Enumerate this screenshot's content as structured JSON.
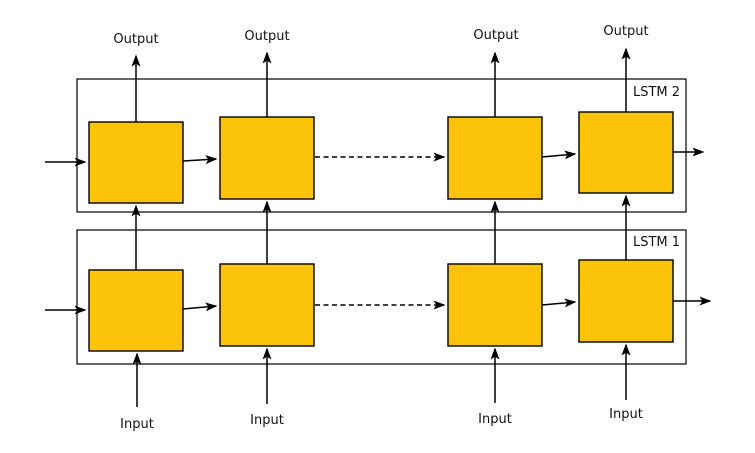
{
  "diagram": {
    "kind": "stacked-lstm-network",
    "colors": {
      "cell_fill": "#FCC408",
      "stroke": "#000000",
      "background": "#ffffff"
    },
    "layers": [
      {
        "label": "LSTM 2",
        "cell_count": 4
      },
      {
        "label": "LSTM 1",
        "cell_count": 4
      }
    ],
    "labels": {
      "outputs": [
        "Output",
        "Output",
        "Output",
        "Output"
      ],
      "inputs": [
        "Input",
        "Input",
        "Input",
        "Input"
      ]
    }
  }
}
